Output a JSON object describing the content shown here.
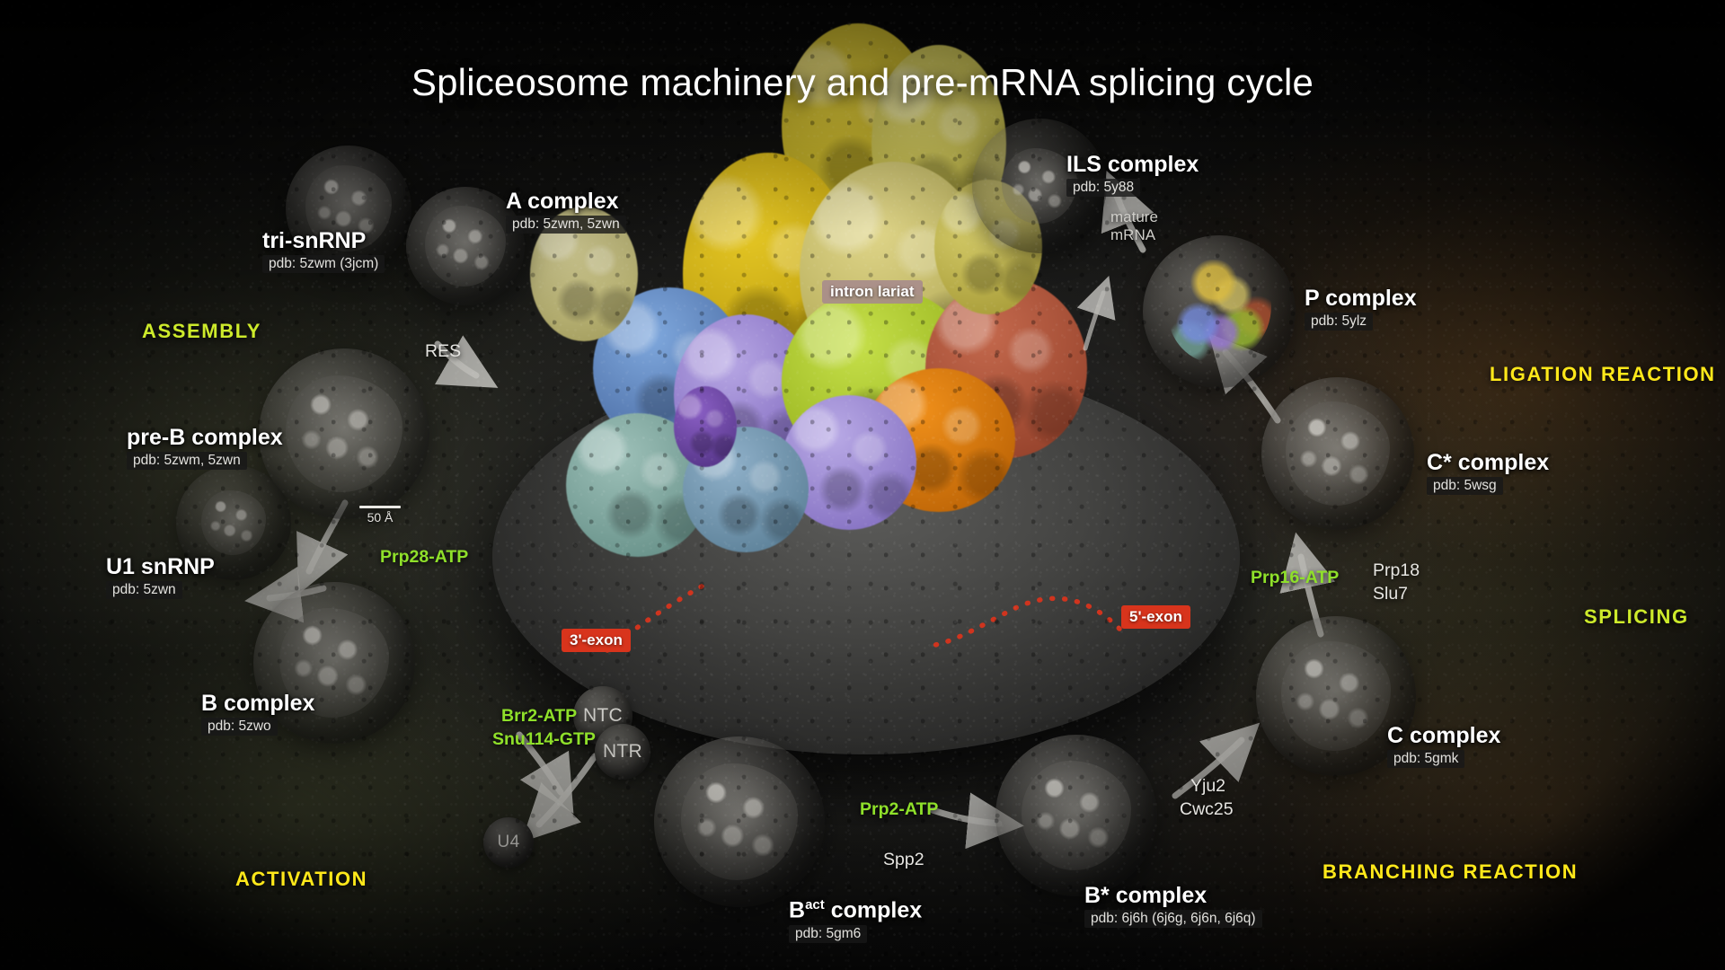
{
  "title": "Spliceosome machinery and pre-mRNA splicing cycle",
  "zones": [
    {
      "label": "ASSEMBLY",
      "color": "#cdea2b"
    },
    {
      "label": "ACTIVATION",
      "color": "#ffe81a"
    },
    {
      "label": "BRANCHING REACTION",
      "color": "#ffe81a"
    },
    {
      "label": "SPLICING",
      "color": "#cdea2b"
    },
    {
      "label": "LIGATION REACTION",
      "color": "#ffe81a"
    }
  ],
  "complexes": [
    {
      "name": "tri-snRNP",
      "pdb": "pdb: 5zwm (3jcm)"
    },
    {
      "name": "A complex",
      "pdb": "pdb: 5zwm, 5zwn"
    },
    {
      "name": "ILS complex",
      "pdb": "pdb: 5y88"
    },
    {
      "name": "P complex",
      "pdb": "pdb: 5ylz"
    },
    {
      "name": "pre-B complex",
      "pdb": "pdb: 5zwm, 5zwn"
    },
    {
      "name": "C* complex",
      "pdb": "pdb: 5wsg"
    },
    {
      "name": "U1 snRNP",
      "pdb": "pdb: 5zwn"
    },
    {
      "name": "C complex",
      "pdb": "pdb: 5gmk"
    },
    {
      "name": "B complex",
      "pdb": "pdb: 5zwo"
    },
    {
      "name": "Bact complex",
      "name_base": "B",
      "name_sup": "act",
      "name_rest": " complex",
      "pdb": "pdb: 5gm6"
    },
    {
      "name": "B* complex",
      "pdb": "pdb: 6j6h (6j6g, 6j6n, 6j6q)"
    }
  ],
  "factors": [
    {
      "label": "RES",
      "color": "white"
    },
    {
      "label": "Prp28-ATP",
      "color": "green"
    },
    {
      "label": "Brr2-ATP",
      "color": "green"
    },
    {
      "label": "Snu114-GTP",
      "color": "green"
    },
    {
      "label": "Prp2-ATP",
      "color": "green"
    },
    {
      "label": "Spp2",
      "color": "white"
    },
    {
      "label": "Yju2",
      "color": "white"
    },
    {
      "label": "Cwc25",
      "color": "white"
    },
    {
      "label": "Prp16-ATP",
      "color": "green"
    },
    {
      "label": "Prp18",
      "color": "white"
    },
    {
      "label": "Slu7",
      "color": "white"
    }
  ],
  "particles": [
    {
      "label": "NTC"
    },
    {
      "label": "NTR"
    },
    {
      "label": "U4"
    }
  ],
  "callouts": [
    {
      "label": "intron lariat",
      "style": "mauve"
    },
    {
      "label": "5'-exon",
      "style": "red"
    },
    {
      "label": "3'-exon",
      "style": "red"
    },
    {
      "label": "mature mRNA",
      "style": "soft"
    }
  ],
  "scale_bar": {
    "label": "50 Å"
  },
  "colors": {
    "accent_lime": "#cdea2b",
    "accent_yellow": "#ffe81a",
    "factor_green": "#8fe02a",
    "exon_red": "#d8341c",
    "lariat_mauve": "#a68a8c"
  }
}
